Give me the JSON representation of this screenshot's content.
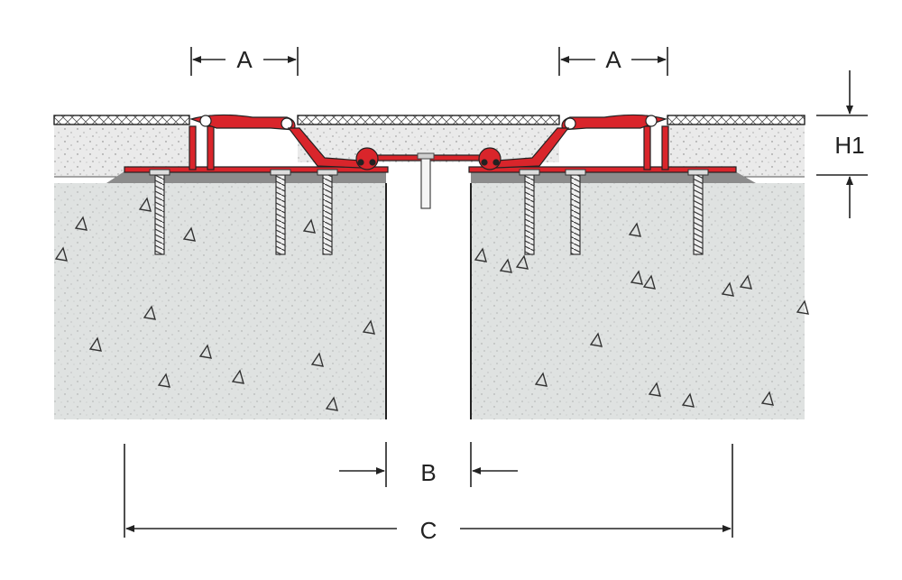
{
  "labels": {
    "a_left": "A",
    "a_right": "A",
    "h1": "H1",
    "b": "B",
    "c": "C"
  },
  "colors": {
    "profile": "#d9252b",
    "concrete": "#dfe2e1",
    "screed": "#eaeaea",
    "tile": "#e0e0e0",
    "line": "#222222"
  },
  "icons": [
    "anchor-screw-icon",
    "dimension-arrow-icon"
  ]
}
